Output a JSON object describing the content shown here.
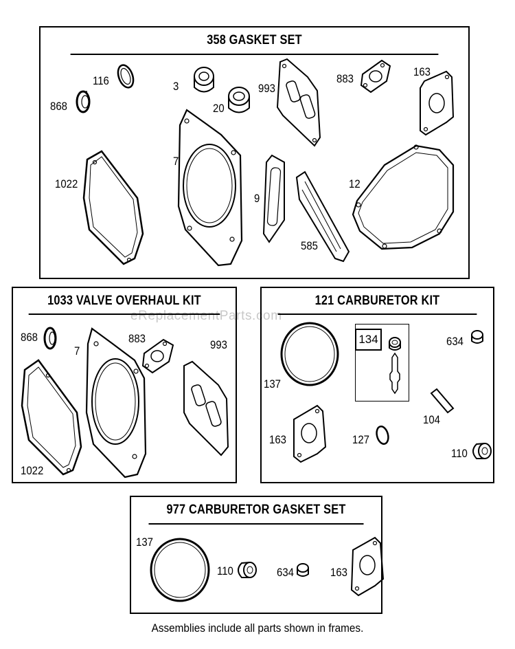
{
  "watermark": "eReplacementParts.com",
  "footer": "Assemblies include all parts shown in frames.",
  "frames": {
    "gasket_set": {
      "title": "358 GASKET SET",
      "labels": [
        "116",
        "868",
        "3",
        "20",
        "993",
        "883",
        "163",
        "1022",
        "7",
        "9",
        "12",
        "585"
      ]
    },
    "valve_kit": {
      "title": "1033 VALVE OVERHAUL KIT",
      "labels": [
        "868",
        "7",
        "883",
        "993",
        "1022"
      ]
    },
    "carb_kit": {
      "title": "121 CARBURETOR KIT",
      "sub_label": "134",
      "labels": [
        "634",
        "137",
        "104",
        "163",
        "127",
        "110"
      ]
    },
    "carb_gasket_set": {
      "title": "977 CARBURETOR  GASKET SET",
      "labels": [
        "137",
        "110",
        "634",
        "163"
      ]
    }
  }
}
